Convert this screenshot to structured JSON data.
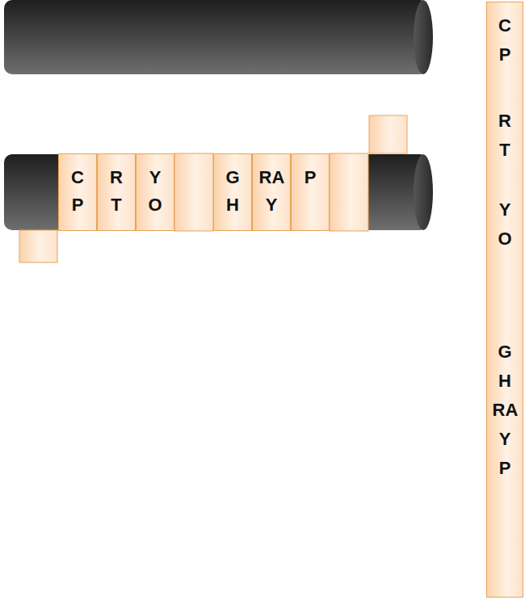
{
  "diagram": {
    "nodes": [
      {
        "text": [
          "C P"
        ]
      },
      {
        "text": [
          "R T"
        ]
      },
      {
        "text": [
          "Y O"
        ]
      },
      {
        "text": [
          "G H"
        ]
      },
      {
        "text": [
          "RA Y"
        ]
      },
      {
        "text": [
          "P"
        ]
      },
      {
        "text": [
          "C P",
          "R T",
          "Y O",
          "G H RA Y P"
        ]
      }
    ]
  }
}
